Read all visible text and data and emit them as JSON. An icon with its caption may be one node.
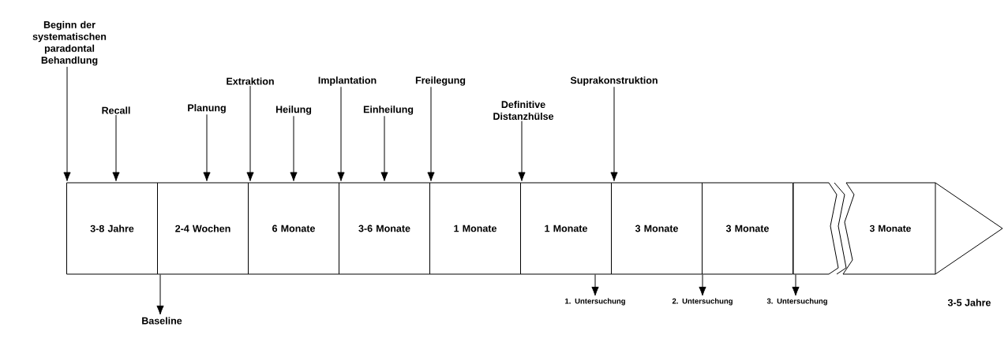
{
  "diagram": {
    "nodes": [
      {
        "text": [
          "Beginn der systematischen paradontal Behandlung"
        ]
      },
      {
        "text": [
          "Recall"
        ]
      },
      {
        "text": [
          "Planung"
        ]
      },
      {
        "text": [
          "Extraktion"
        ]
      },
      {
        "text": [
          "Heilung"
        ]
      },
      {
        "text": [
          "Implantation"
        ]
      },
      {
        "text": [
          "Einheilung"
        ]
      },
      {
        "text": [
          "Freilegung"
        ]
      },
      {
        "text": [
          "Definitive Distanzhülse"
        ]
      },
      {
        "text": [
          "Suprakonstruktion"
        ]
      },
      {
        "text": [
          "3-8 Jahre"
        ]
      },
      {
        "text": [
          "2-4 Wochen"
        ]
      },
      {
        "text": [
          "6 Monate"
        ]
      },
      {
        "text": [
          "3-6 Monate"
        ]
      },
      {
        "text": [
          "1 Monate"
        ]
      },
      {
        "text": [
          "1 Monate"
        ]
      },
      {
        "text": [
          "3 Monate"
        ]
      },
      {
        "text": [
          "3 Monate"
        ]
      },
      {
        "text": [],
        "shape": "box"
      },
      {
        "text": [
          "3 Monate"
        ]
      },
      {
        "text": [
          "Baseline"
        ]
      },
      {
        "text": [
          "1. Untersuchung"
        ]
      },
      {
        "text": [
          "2. Untersuchung"
        ]
      },
      {
        "text": [
          "3. Untersuchung"
        ]
      }
    ],
    "edges": [
      {
        "from": 0,
        "to": 10,
        "arrow": "to"
      },
      {
        "from": 1,
        "to": 10,
        "arrow": "to"
      },
      {
        "from": 2,
        "to": 11,
        "arrow": "to"
      },
      {
        "from": 3,
        "to": 12,
        "arrow": "to"
      },
      {
        "from": 4,
        "to": 12,
        "arrow": "to"
      },
      {
        "from": 5,
        "to": 13,
        "arrow": "to"
      },
      {
        "from": 6,
        "to": 13,
        "arrow": "to"
      },
      {
        "from": 7,
        "to": 14,
        "arrow": "to"
      },
      {
        "from": 8,
        "to": 15,
        "arrow": "to"
      },
      {
        "from": 9,
        "to": 16,
        "arrow": "to"
      },
      {
        "from": 11,
        "to": 20,
        "arrow": "to"
      },
      {
        "from": 15,
        "to": 21,
        "arrow": "to"
      },
      {
        "from": 17,
        "to": 22,
        "arrow": "to"
      },
      {
        "from": 18,
        "to": 23,
        "arrow": "to"
      }
    ],
    "labels": [
      "3-5 Jahre"
    ]
  }
}
